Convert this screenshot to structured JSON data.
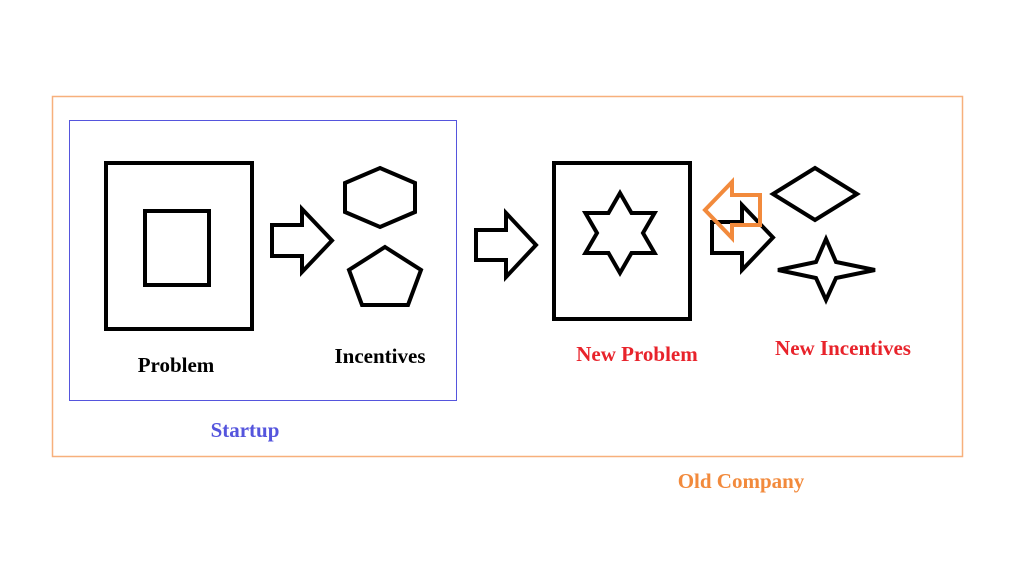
{
  "colors": {
    "old_company": "#f28a3c",
    "startup": "#5555dd",
    "new_label": "#e8232b",
    "black": "#000000"
  },
  "startup": {
    "label": "Startup",
    "problem_label": "Problem",
    "incentives_label": "Incentives"
  },
  "old_company": {
    "label": "Old Company",
    "new_problem_label": "New Problem",
    "new_incentives_label": "New Incentives"
  }
}
